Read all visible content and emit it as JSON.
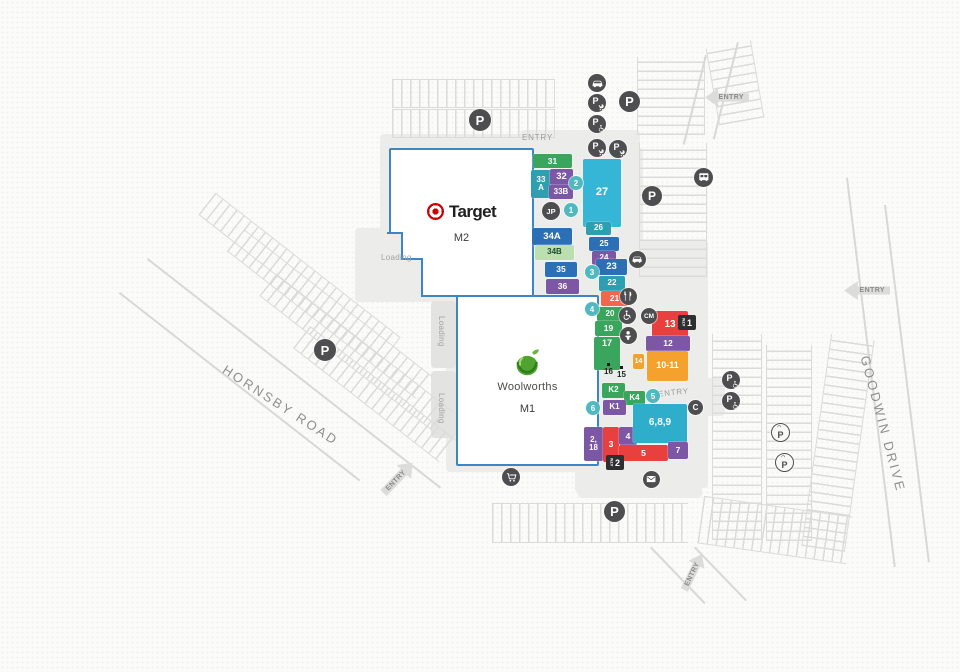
{
  "palette": {
    "green": "#3AA55C",
    "teal": "#2E9FB0",
    "blue": "#2D6FB5",
    "purple": "#7B57A5",
    "cyan": "#2FAECB",
    "cyan_light": "#35B6D6",
    "light_green": "#BCDFB0",
    "red": "#E8403F",
    "coral": "#F2664C",
    "orange": "#F5A12D",
    "kiosk_teal": "#4FB9C1",
    "icon_dark": "#4E4E50",
    "badge_dark": "#2F2F31",
    "building_border": "#3C86C6",
    "walkway": "#ECECEA",
    "target_red": "#CC0000",
    "woolworths_green": "#4FA32E"
  },
  "labels": {
    "entry": "ENTRY",
    "loading": "Loading"
  },
  "roads": {
    "hornsby": "HORNSBY ROAD",
    "goodwin": "GOODWIN DRIVE"
  },
  "anchors": {
    "target": {
      "name": "Target",
      "level": "M2"
    },
    "woolworths": {
      "name": "Woolworths",
      "level": "M1"
    }
  },
  "shops": [
    {
      "id": "31",
      "label": "31",
      "color": "green"
    },
    {
      "id": "33A",
      "label": "33\nA",
      "color": "teal"
    },
    {
      "id": "32",
      "label": "32",
      "color": "purple"
    },
    {
      "id": "33B",
      "label": "33B",
      "color": "purple"
    },
    {
      "id": "27",
      "label": "27",
      "color": "cyan_light"
    },
    {
      "id": "26",
      "label": "26",
      "color": "teal"
    },
    {
      "id": "34A",
      "label": "34A",
      "color": "blue"
    },
    {
      "id": "34B",
      "label": "34B",
      "color": "light_green",
      "text": "#1E4D2B"
    },
    {
      "id": "25",
      "label": "25",
      "color": "blue"
    },
    {
      "id": "24",
      "label": "24",
      "color": "purple"
    },
    {
      "id": "35",
      "label": "35",
      "color": "blue"
    },
    {
      "id": "23",
      "label": "23",
      "color": "blue"
    },
    {
      "id": "36",
      "label": "36",
      "color": "purple"
    },
    {
      "id": "22",
      "label": "22",
      "color": "teal"
    },
    {
      "id": "21",
      "label": "21",
      "color": "coral"
    },
    {
      "id": "20",
      "label": "20",
      "color": "green"
    },
    {
      "id": "19",
      "label": "19",
      "color": "green"
    },
    {
      "id": "17",
      "label": "17",
      "color": "green"
    },
    {
      "id": "14",
      "label": "14",
      "color": "orange"
    },
    {
      "id": "13",
      "label": "13",
      "color": "red"
    },
    {
      "id": "12",
      "label": "12",
      "color": "purple"
    },
    {
      "id": "10-11",
      "label": "10-11",
      "color": "orange"
    },
    {
      "id": "K2",
      "label": "K2",
      "color": "green"
    },
    {
      "id": "K4",
      "label": "K4",
      "color": "green"
    },
    {
      "id": "K1",
      "label": "K1",
      "color": "purple"
    },
    {
      "id": "2-18",
      "label": "2,\n18",
      "color": "purple"
    },
    {
      "id": "3",
      "label": "3",
      "color": "red"
    },
    {
      "id": "4",
      "label": "4",
      "color": "purple"
    },
    {
      "id": "5",
      "label": "5",
      "color": "red"
    },
    {
      "id": "6-8-9",
      "label": "6,8,9",
      "color": "cyan"
    },
    {
      "id": "7",
      "label": "7",
      "color": "purple"
    }
  ],
  "kiosks": [
    {
      "label": "1"
    },
    {
      "label": "2"
    },
    {
      "label": "3"
    },
    {
      "label": "4"
    },
    {
      "label": "5"
    },
    {
      "label": "6"
    }
  ],
  "badges": [
    {
      "id": "jp",
      "label": "JP",
      "name": "jp-badge"
    },
    {
      "id": "cm",
      "label": "CM",
      "name": "centre-management-badge"
    },
    {
      "id": "c",
      "label": "C",
      "name": "c-badge"
    },
    {
      "id": "atm1",
      "label": "1",
      "prefix": "ATM",
      "name": "atm-badge"
    },
    {
      "id": "atm2",
      "label": "2",
      "prefix": "ATM",
      "name": "atm-badge"
    }
  ],
  "door_labels": [
    "16",
    "15"
  ],
  "icons": [
    {
      "id": "car-top",
      "name": "car-icon",
      "glyph": "car"
    },
    {
      "id": "p-pram-top",
      "name": "parent-parking-icon",
      "glyph": "P-pram"
    },
    {
      "id": "p-top",
      "name": "parking-icon",
      "glyph": "P"
    },
    {
      "id": "p-wc-top",
      "name": "accessible-parking-icon",
      "glyph": "P-wheelchair"
    },
    {
      "id": "p-pram-b",
      "name": "parent-parking-icon",
      "glyph": "P-pram"
    },
    {
      "id": "p-pram-c",
      "name": "parent-parking-icon",
      "glyph": "P-pram"
    },
    {
      "id": "p-topleft",
      "name": "parking-icon",
      "glyph": "P"
    },
    {
      "id": "bus",
      "name": "bus-stop-icon",
      "glyph": "bus"
    },
    {
      "id": "p-upper-right",
      "name": "parking-icon",
      "glyph": "P"
    },
    {
      "id": "p-left",
      "name": "parking-icon",
      "glyph": "P"
    },
    {
      "id": "car-mid",
      "name": "car-icon",
      "glyph": "car"
    },
    {
      "id": "food",
      "name": "food-court-icon",
      "glyph": "fork"
    },
    {
      "id": "wc-mall",
      "name": "accessibility-icon",
      "glyph": "wheelchair"
    },
    {
      "id": "baby",
      "name": "baby-change-icon",
      "glyph": "baby"
    },
    {
      "id": "p-wc-r1",
      "name": "accessible-parking-icon",
      "glyph": "P-wheelchair"
    },
    {
      "id": "p-wc-r2",
      "name": "accessible-parking-icon",
      "glyph": "P-wheelchair"
    },
    {
      "id": "p-cov1",
      "name": "covered-parking-icon",
      "glyph": "P-roof",
      "outline": true
    },
    {
      "id": "p-cov2",
      "name": "covered-parking-icon",
      "glyph": "P-roof",
      "outline": true
    },
    {
      "id": "p-bottom",
      "name": "parking-icon",
      "glyph": "P"
    },
    {
      "id": "trolley",
      "name": "trolley-bay-icon",
      "glyph": "trolley"
    },
    {
      "id": "mail",
      "name": "post-box-icon",
      "glyph": "mail"
    }
  ]
}
